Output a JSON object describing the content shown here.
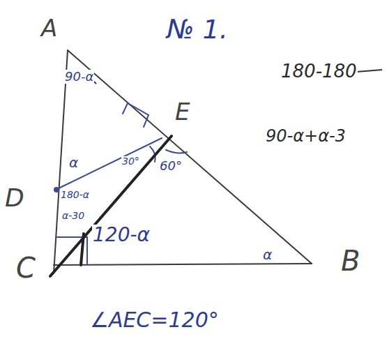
{
  "diagram": {
    "labels": [
      "A",
      "№ 1.",
      "90-α",
      "180-180",
      "E",
      "90-α+α-3",
      "α",
      "30°",
      "60°",
      "D",
      "180-α",
      "α-30",
      "120-α",
      "C",
      "α",
      "B",
      "∠AEC=120°"
    ]
  }
}
